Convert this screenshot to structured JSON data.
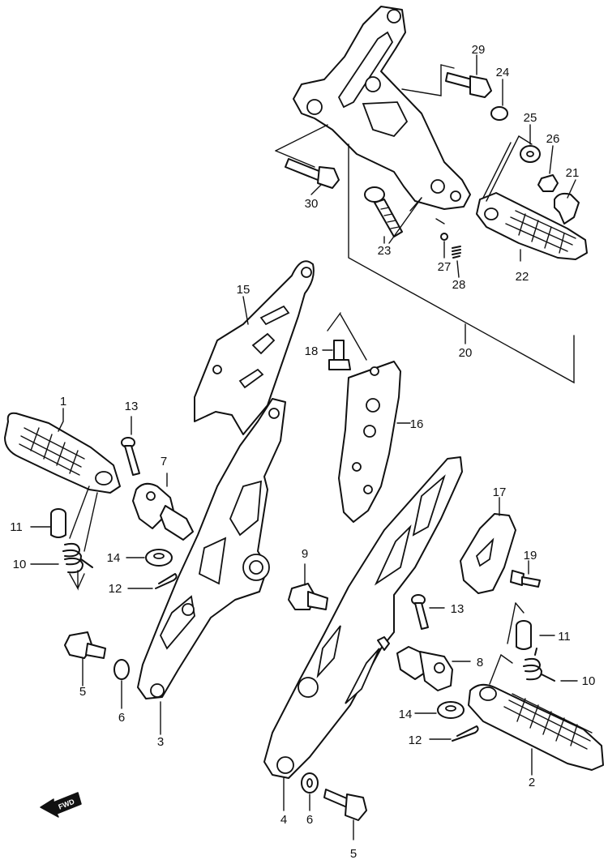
{
  "labels": {
    "p1": "1",
    "p2": "2",
    "p3": "3",
    "p4": "4",
    "p5a": "5",
    "p5b": "5",
    "p6a": "6",
    "p6b": "6",
    "p7": "7",
    "p8": "8",
    "p9": "9",
    "p10a": "10",
    "p10b": "10",
    "p11a": "11",
    "p11b": "11",
    "p12a": "12",
    "p12b": "12",
    "p13a": "13",
    "p13b": "13",
    "p14a": "14",
    "p14b": "14",
    "p15": "15",
    "p16": "16",
    "p17": "17",
    "p18": "18",
    "p19": "19",
    "p20": "20",
    "p21": "21",
    "p22": "22",
    "p23": "23",
    "p24": "24",
    "p25": "25",
    "p26": "26",
    "p27": "27",
    "p28": "28",
    "p29": "29",
    "p30": "30"
  },
  "direction_badge": "FWD",
  "colors": {
    "ink": "#111111",
    "paper": "#ffffff"
  }
}
